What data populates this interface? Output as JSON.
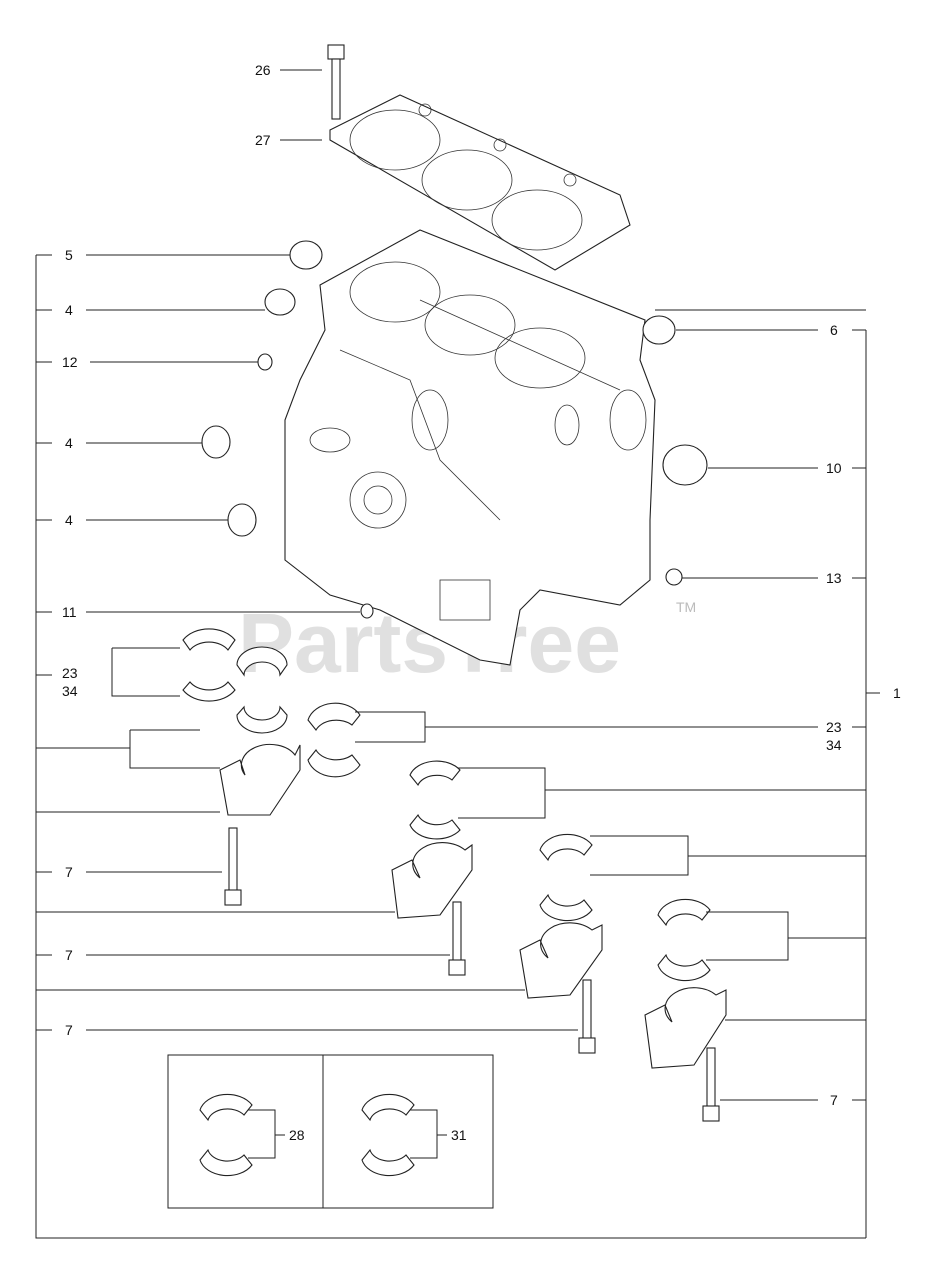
{
  "callouts": [
    {
      "id": "c26",
      "text": "26"
    },
    {
      "id": "c27",
      "text": "27"
    },
    {
      "id": "c5",
      "text": "5"
    },
    {
      "id": "c4a",
      "text": "4"
    },
    {
      "id": "c12",
      "text": "12"
    },
    {
      "id": "c4b",
      "text": "4"
    },
    {
      "id": "c4c",
      "text": "4"
    },
    {
      "id": "c11",
      "text": "11"
    },
    {
      "id": "c23a",
      "text": "23"
    },
    {
      "id": "c34a",
      "text": "34"
    },
    {
      "id": "c6",
      "text": "6"
    },
    {
      "id": "c10",
      "text": "10"
    },
    {
      "id": "c13",
      "text": "13"
    },
    {
      "id": "c1",
      "text": "1"
    },
    {
      "id": "c23b",
      "text": "23"
    },
    {
      "id": "c34b",
      "text": "34"
    },
    {
      "id": "c7a",
      "text": "7"
    },
    {
      "id": "c7b",
      "text": "7"
    },
    {
      "id": "c7c",
      "text": "7"
    },
    {
      "id": "c7d",
      "text": "7"
    },
    {
      "id": "c28",
      "text": "28"
    },
    {
      "id": "c31",
      "text": "31"
    }
  ],
  "watermark": {
    "brand": "PartsTree",
    "trademark": "TM"
  }
}
